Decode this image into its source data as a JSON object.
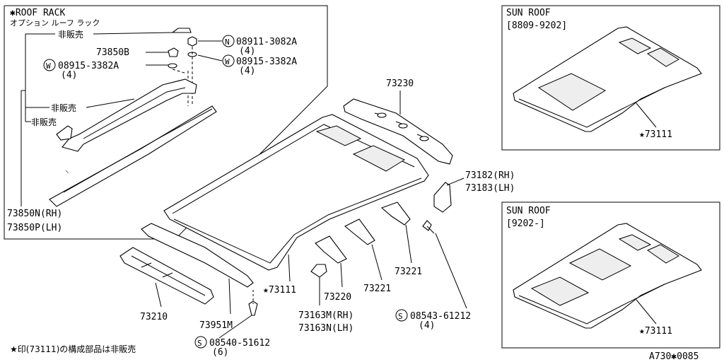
{
  "roof_rack": {
    "title": "✱ROOF RACK",
    "subtitle": "オプション ルーフ ラック",
    "not_sold_1": "非販売",
    "not_sold_2": "非販売",
    "not_sold_3": "非販売",
    "part_73850B": "73850B",
    "n_part": "08911-3082A",
    "n_qty": "(4)",
    "w_part_right": "08915-3382A",
    "w_part_right_qty": "(4)",
    "w_part_left": "08915-3382A",
    "w_part_left_qty": "(4)",
    "rail_rh": "73850N(RH)",
    "rail_lh": "73850P(LH)"
  },
  "symbols": {
    "n": "N",
    "w": "W",
    "s": "S"
  },
  "main": {
    "p73230": "73230",
    "p73182": "73182(RH)",
    "p73183": "73183(LH)",
    "p73221a": "73221",
    "p73221b": "73221",
    "p73220": "73220",
    "p73111": "★73111",
    "p73163m": "73163M(RH)",
    "p73163n": "73163N(LH)",
    "p73210": "73210",
    "p73951m": "73951M",
    "s_part_1": "08543-61212",
    "s_part_1_qty": "(4)",
    "s_part_2": "08540-51612",
    "s_part_2_qty": "(6)"
  },
  "sunroof_1": {
    "title": "SUN ROOF",
    "range": "[8809-9202]",
    "part": "★73111"
  },
  "sunroof_2": {
    "title": "SUN ROOF",
    "range": "[9202-]",
    "part": "★73111"
  },
  "footer": {
    "note": "★印(73111)の構成部品は非販売",
    "code": "A730✱0085"
  }
}
